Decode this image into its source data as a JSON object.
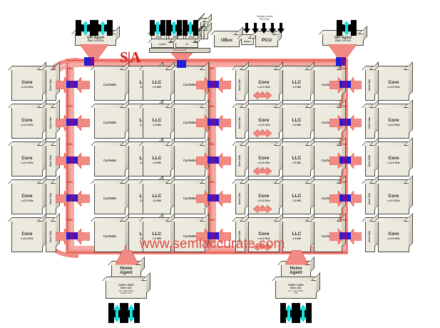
{
  "diagram": {
    "title_overlay": "S|A",
    "watermark": "www.semiaccurate.com",
    "power_note_line1": "Globally routed",
    "power_note_line2": "PM Links"
  },
  "qpi_agents": [
    {
      "name": "QPI Agent",
      "spec": "2x20, 9.6 GT/s",
      "links": 2
    },
    {
      "name": "QPI Agent",
      "spec": "2x20, 9.6 GT/s",
      "links": 1
    }
  ],
  "io_block": {
    "pcie_ports": [
      {
        "label": "PCIe",
        "sub": "x16/PCI"
      },
      {
        "label": "PCIe",
        "sub": "x8"
      },
      {
        "label": "PCIe",
        "sub": "x8"
      }
    ],
    "side_ports": [
      {
        "label": "DMI"
      },
      {
        "label": "DMA"
      }
    ],
    "stacked": [
      "DMI2",
      "CBDMA"
    ],
    "iio_label": "Integrated IO",
    "ubox": "UBox",
    "pcu": "PCU",
    "bridge": "MailBox"
  },
  "home_agents": [
    {
      "name_l1": "Home",
      "name_l2": "Agent",
      "ctlr_l1": "DDR3 / SMI2",
      "ctlr_l2": "Mem Ctlr",
      "ctlr_l3": "4ch, 1867/1600,",
      "ctlr_l4": "DDR3 / 8ch",
      "channels": 2
    },
    {
      "name_l1": "Home",
      "name_l2": "Agent",
      "ctlr_l1": "DDR3 / SMI2",
      "ctlr_l2": "Mem Ctlr",
      "ctlr_l3": "4ch, 1867/1600,",
      "ctlr_l4": "8B",
      "channels": 2
    }
  ],
  "tiles": {
    "core_label": "Core",
    "core_speed": ">=2.5 GHz",
    "cbo_label": "Cbo",
    "cbo_vert": "Core\nCbo",
    "llc_label": "LLC",
    "llc_size": "2.5 MB",
    "cachebo_label": "CacheBo",
    "ring_stop_label": "Cbo",
    "core_arrow_label": "CX"
  },
  "rows": [
    {
      "left": {
        "core": "Core",
        "speed": ">=2.5 GHz",
        "cbo": "Cbo",
        "cachebo": "CacheBo",
        "llc": "LLC",
        "llc_size": "2.5 MB"
      },
      "middle": {
        "llc": "LLC",
        "llc_size": "2.5 MB",
        "cachebo": "CacheBo",
        "cbo": "Cbo",
        "core": "Core",
        "speed": ">=2.5 GHz"
      },
      "right": {
        "llc": "LLC",
        "llc_size": "2.5 MB",
        "cachebo": "CacheBo",
        "cbo": "Cbo",
        "core": "Core",
        "speed": ">=2.5 GHz"
      }
    },
    {
      "left": {
        "core": "Core",
        "speed": ">=2.5 GHz",
        "cbo": "Cbo",
        "cachebo": "CacheBo",
        "llc": "LLC",
        "llc_size": "2.5 MB"
      },
      "middle": {
        "llc": "LLC",
        "llc_size": "2.5 MB",
        "cachebo": "CacheBo",
        "cbo": "Cbo",
        "core": "Core",
        "speed": ">=2.5 GHz"
      },
      "right": {
        "llc": "LLC",
        "llc_size": "2.5 MB",
        "cachebo": "CacheBo",
        "cbo": "Cbo",
        "core": "Core",
        "speed": ">=2.5 GHz"
      }
    },
    {
      "left": {
        "core": "Core",
        "speed": ">=2.5 GHz",
        "cbo": "Cbo",
        "cachebo": "CacheBo",
        "llc": "LLC",
        "llc_size": "2.5 MB"
      },
      "middle": {
        "llc": "LLC",
        "llc_size": "2.5 MB",
        "cachebo": "CacheBo",
        "cbo": "Cbo",
        "core": "Core",
        "speed": ">=2.5 GHz"
      },
      "right": {
        "llc": "LLC",
        "llc_size": "2.5 MB",
        "cachebo": "CacheBo",
        "cbo": "Cbo",
        "core": "Core",
        "speed": ">=2.5 GHz"
      }
    },
    {
      "left": {
        "core": "Core",
        "speed": ">=2.5 GHz",
        "cbo": "Cbo",
        "cachebo": "CacheBo",
        "llc": "LLC",
        "llc_size": "2.5 MB"
      },
      "middle": {
        "llc": "LLC",
        "llc_size": "2.5 MB",
        "cachebo": "CacheBo",
        "cbo": "Cbo",
        "core": "Core",
        "speed": ">=2.5 GHz"
      },
      "right": {
        "llc": "LLC",
        "llc_size": "2.5 MB",
        "cachebo": "CacheBo",
        "cbo": "Cbo",
        "core": "Core",
        "speed": ">=2.5 GHz"
      }
    },
    {
      "left": {
        "core": "Core",
        "speed": ">=2.5 GHz",
        "cbo": "Cbo",
        "cachebo": "CacheBo",
        "llc": "LLC",
        "llc_size": "2.5 MB"
      },
      "middle": {
        "llc": "LLC",
        "llc_size": "2.5 MB",
        "cachebo": "CacheBo",
        "cbo": "Cbo",
        "core": "Core",
        "speed": ">=2.5 GHz"
      },
      "right": {
        "llc": "LLC",
        "llc_size": "2.5 MB",
        "cachebo": "CacheBo",
        "cbo": "Cbo",
        "core": "Core",
        "speed": ">=2.5 GHz"
      }
    }
  ],
  "colors": {
    "ring_outer": "#f08a83",
    "ring_inner": "#f5a9a2",
    "ring_line": "#e8443c",
    "stop_blue": "#1f1fd8",
    "stop_purple": "#6a0fa0",
    "tile_fill": "#eceade",
    "tile_border": "#4a4a44",
    "accent_red": "#d41f1a",
    "plug_cyan": "#16e0e0"
  }
}
